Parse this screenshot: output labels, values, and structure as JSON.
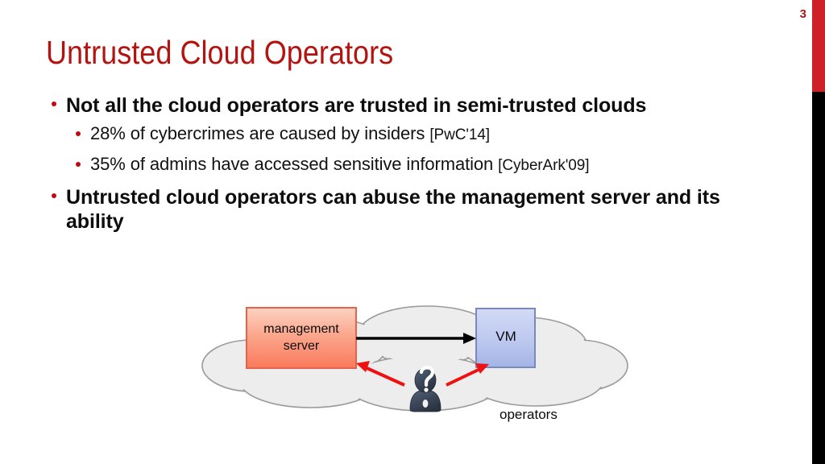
{
  "slide": {
    "page_number": "3",
    "title": "Untrusted Cloud Operators",
    "accent_red": "#b41410",
    "bullet_red": "#c00a10",
    "edge_bar_red": "#cf2027",
    "edge_bar_black": "#000000"
  },
  "bullets": [
    {
      "level": 1,
      "text": "Not all the cloud operators are trusted in semi-trusted clouds"
    },
    {
      "level": 2,
      "text": "28% of cybercrimes are caused by insiders ",
      "citation": "[PwC'14]"
    },
    {
      "level": 2,
      "text": "35% of admins have accessed sensitive information ",
      "citation": "[CyberArk'09]"
    },
    {
      "level": 1,
      "text": "Untrusted cloud operators can abuse the management server and its ability"
    }
  ],
  "diagram": {
    "cloud_fill": "#eeeeee",
    "cloud_stroke": "#999999",
    "mgmt_box": {
      "label_line1": "management",
      "label_line2": "server",
      "fill_top": "#fbc8b4",
      "fill_bottom": "#f9866a",
      "stroke": "#e2604c"
    },
    "vm_box": {
      "label": "VM",
      "fill_top": "#ccd6f4",
      "fill_bottom": "#a8b8e8",
      "stroke": "#7886b8"
    },
    "operators": {
      "label": "operators",
      "icon": "unknown-user-question-icon",
      "fill": "#3d4b61"
    },
    "arrows": {
      "control_arrow_color": "#000000",
      "abuse_arrow_color": "#ee1111"
    }
  }
}
